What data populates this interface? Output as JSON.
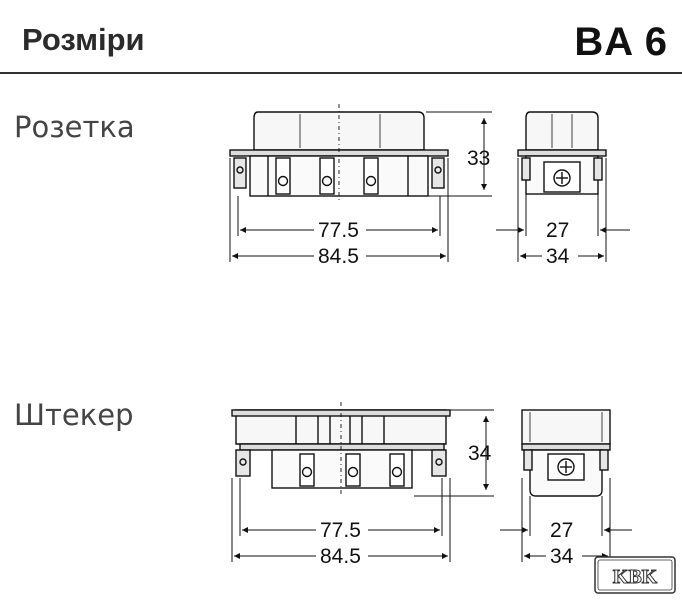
{
  "header": {
    "title": "Розміри",
    "code": "BA 6"
  },
  "sections": {
    "socket": {
      "label": "Розетка",
      "dims": {
        "height": "33",
        "inner_width": "77.5",
        "outer_width": "84.5",
        "side_inner": "27",
        "side_outer": "34"
      }
    },
    "plug": {
      "label": "Штекер",
      "dims": {
        "height": "34",
        "inner_width": "77.5",
        "outer_width": "84.5",
        "side_inner": "27",
        "side_outer": "34"
      }
    }
  },
  "logo": {
    "text": "KBK"
  }
}
